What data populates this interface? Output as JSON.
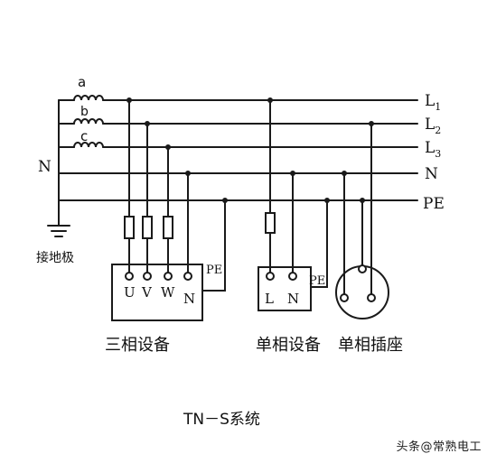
{
  "transformer": {
    "label": "N",
    "windings": [
      "a",
      "b",
      "c"
    ]
  },
  "lines": {
    "L1": {
      "base": "L",
      "sub": "1"
    },
    "L2": {
      "base": "L",
      "sub": "2"
    },
    "L3": {
      "base": "L",
      "sub": "3"
    },
    "N": "N",
    "PE": "PE"
  },
  "ground": {
    "label": "接地极"
  },
  "three_phase": {
    "terminals": [
      "U",
      "V",
      "W",
      "N"
    ],
    "pe": "PE",
    "label": "三相设备"
  },
  "single_phase": {
    "terminals": [
      "L",
      "N"
    ],
    "pe": "PE",
    "label": "单相设备"
  },
  "socket": {
    "label": "单相插座"
  },
  "caption": "TN－S系统",
  "watermark": "头条@常熟电工",
  "colors": {
    "line": "#1a1a1a",
    "background": "#ffffff"
  }
}
